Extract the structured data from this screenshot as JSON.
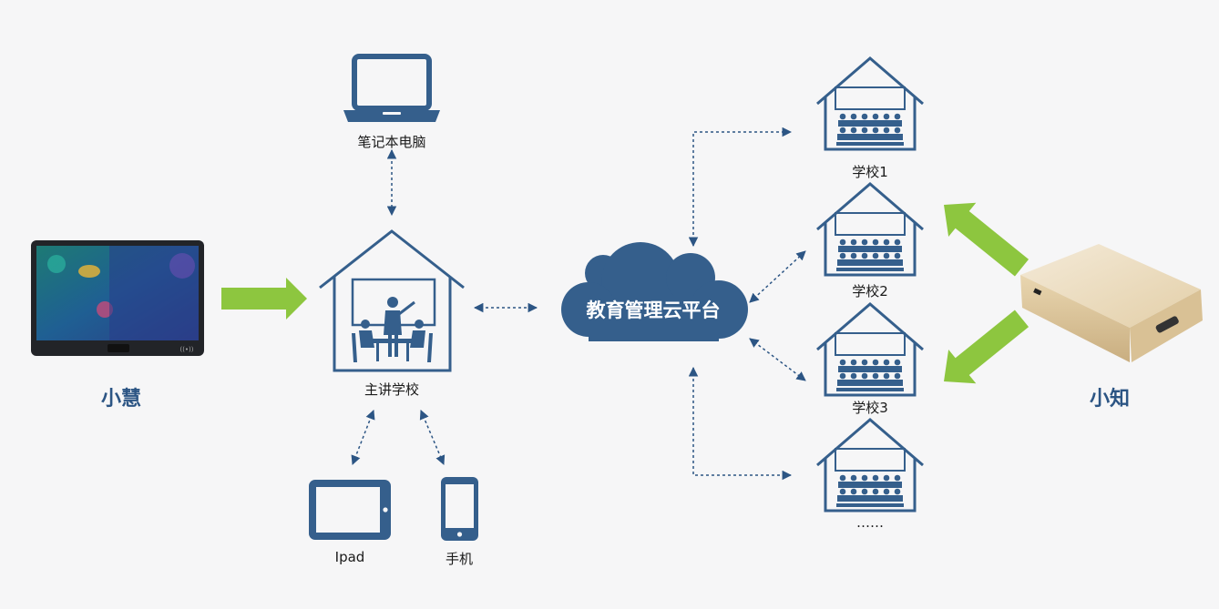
{
  "colors": {
    "primary": "#355f8c",
    "accent_green": "#8dc63f",
    "background": "#f6f6f7"
  },
  "labels": {
    "laptop": "笔记本电脑",
    "main_school": "主讲学校",
    "ipad": "Ipad",
    "phone": "手机",
    "cloud": "教育管理云平台",
    "school1": "学校1",
    "school2": "学校2",
    "school3": "学校3",
    "more": "……",
    "left_device": "小慧",
    "right_device": "小知"
  },
  "icons": [
    "laptop-icon",
    "school-house-icon",
    "tablet-icon",
    "phone-icon",
    "cloud-icon",
    "classroom-icon",
    "touch-panel-device",
    "box-device"
  ]
}
